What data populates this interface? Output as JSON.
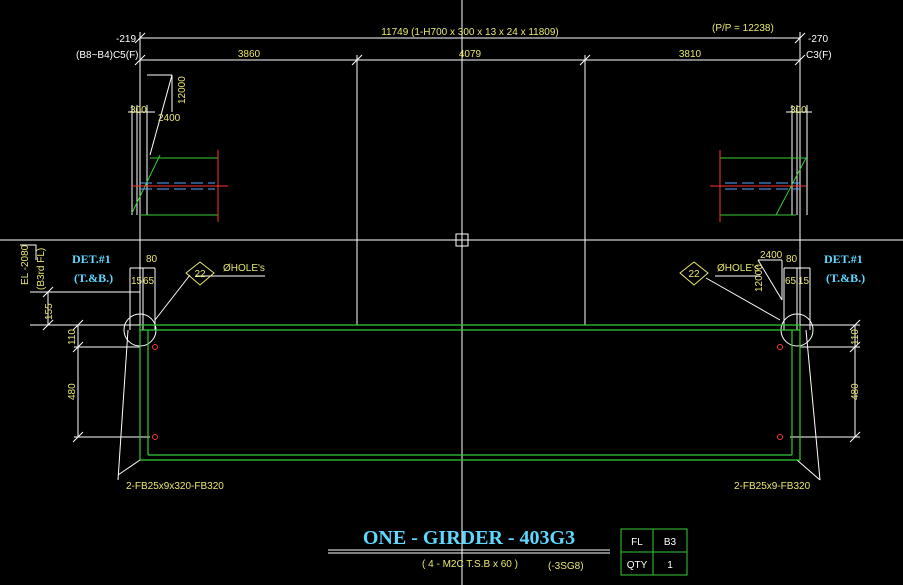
{
  "colors": {
    "background": "#000000",
    "crosshair": "#ffffff",
    "dim_line": "#ffffff",
    "member": "#33cc33",
    "dim_text": "#e8e870",
    "title_text": "#5fd7ff",
    "marker": "#ff3333",
    "centerline": "#55aaff"
  },
  "top": {
    "overall": "11749 (1-H700 x 300 x 13 x 24 x 11809)",
    "pp": "(P/P = 12238)",
    "left_offset": "-219",
    "right_offset": "-270",
    "left_ref": "(B8~B4)C5(F)",
    "right_ref": "C3(F)",
    "seg1": "3860",
    "seg2": "4079",
    "seg3": "3810"
  },
  "left_detail": {
    "d300": "300",
    "d2400": "2400",
    "d12000": "12000",
    "el": "EL -2080",
    "el_ref": "(B3rd FL)",
    "det": "DET.#1",
    "tb": "(T.&B.)",
    "d80": "80",
    "d15": "15",
    "d65": "65",
    "d155": "155",
    "d110": "110",
    "d480": "480",
    "hole_count": "22",
    "hole_label": "ØHOLE's",
    "fb": "2-FB25x9x320-FB320"
  },
  "right_detail": {
    "d300": "300",
    "d2400": "2400",
    "d12000": "12000",
    "det": "DET.#1",
    "tb": "(T.&B.)",
    "d80": "80",
    "d65": "65",
    "d15": "15",
    "d110": "110",
    "d480": "480",
    "hole_count": "22",
    "hole_label": "ØHOLE's",
    "fb": "2-FB25x9-FB320"
  },
  "title": {
    "main": "ONE - GIRDER - 403G3",
    "sub": "( 4 - M2C T.S.B x 60 )",
    "code": "(-3SG8)"
  },
  "table": {
    "r1c1": "FL",
    "r1c2": "B3",
    "r2c1": "QTY",
    "r2c2": "1"
  }
}
